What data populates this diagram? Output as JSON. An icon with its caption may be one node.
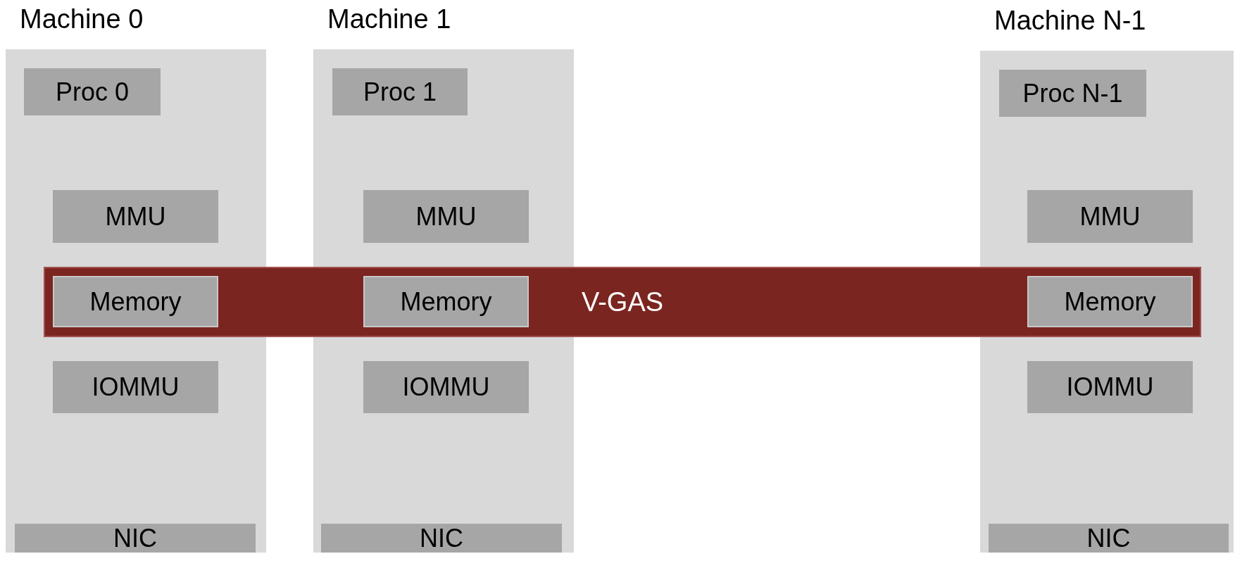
{
  "diagram": {
    "nodes": [
      {
        "text": [
          "Machine 0"
        ]
      },
      {
        "text": [
          "Proc 0"
        ],
        "in": 0
      },
      {
        "text": [
          "MMU"
        ],
        "in": 0
      },
      {
        "text": [
          "Memory"
        ]
      },
      {
        "text": [
          "IOMMU"
        ],
        "in": 0
      },
      {
        "text": [
          "NIC"
        ],
        "in": 0
      },
      {
        "text": [
          "Machine 1"
        ]
      },
      {
        "text": [
          "Proc 1"
        ],
        "in": 6
      },
      {
        "text": [
          "MMU"
        ],
        "in": 6
      },
      {
        "text": [
          "Memory"
        ]
      },
      {
        "text": [
          "IOMMU"
        ],
        "in": 6
      },
      {
        "text": [
          "NIC"
        ],
        "in": 6
      },
      {
        "text": [
          "Machine N-1"
        ]
      },
      {
        "text": [
          "Proc N-1"
        ],
        "in": 12
      },
      {
        "text": [
          "MMU"
        ],
        "in": 12
      },
      {
        "text": [
          "Memory"
        ]
      },
      {
        "text": [
          "IOMMU"
        ],
        "in": 12
      },
      {
        "text": [
          "NIC"
        ],
        "in": 12
      },
      {
        "text": [
          "V-GAS"
        ]
      }
    ],
    "edges": []
  }
}
